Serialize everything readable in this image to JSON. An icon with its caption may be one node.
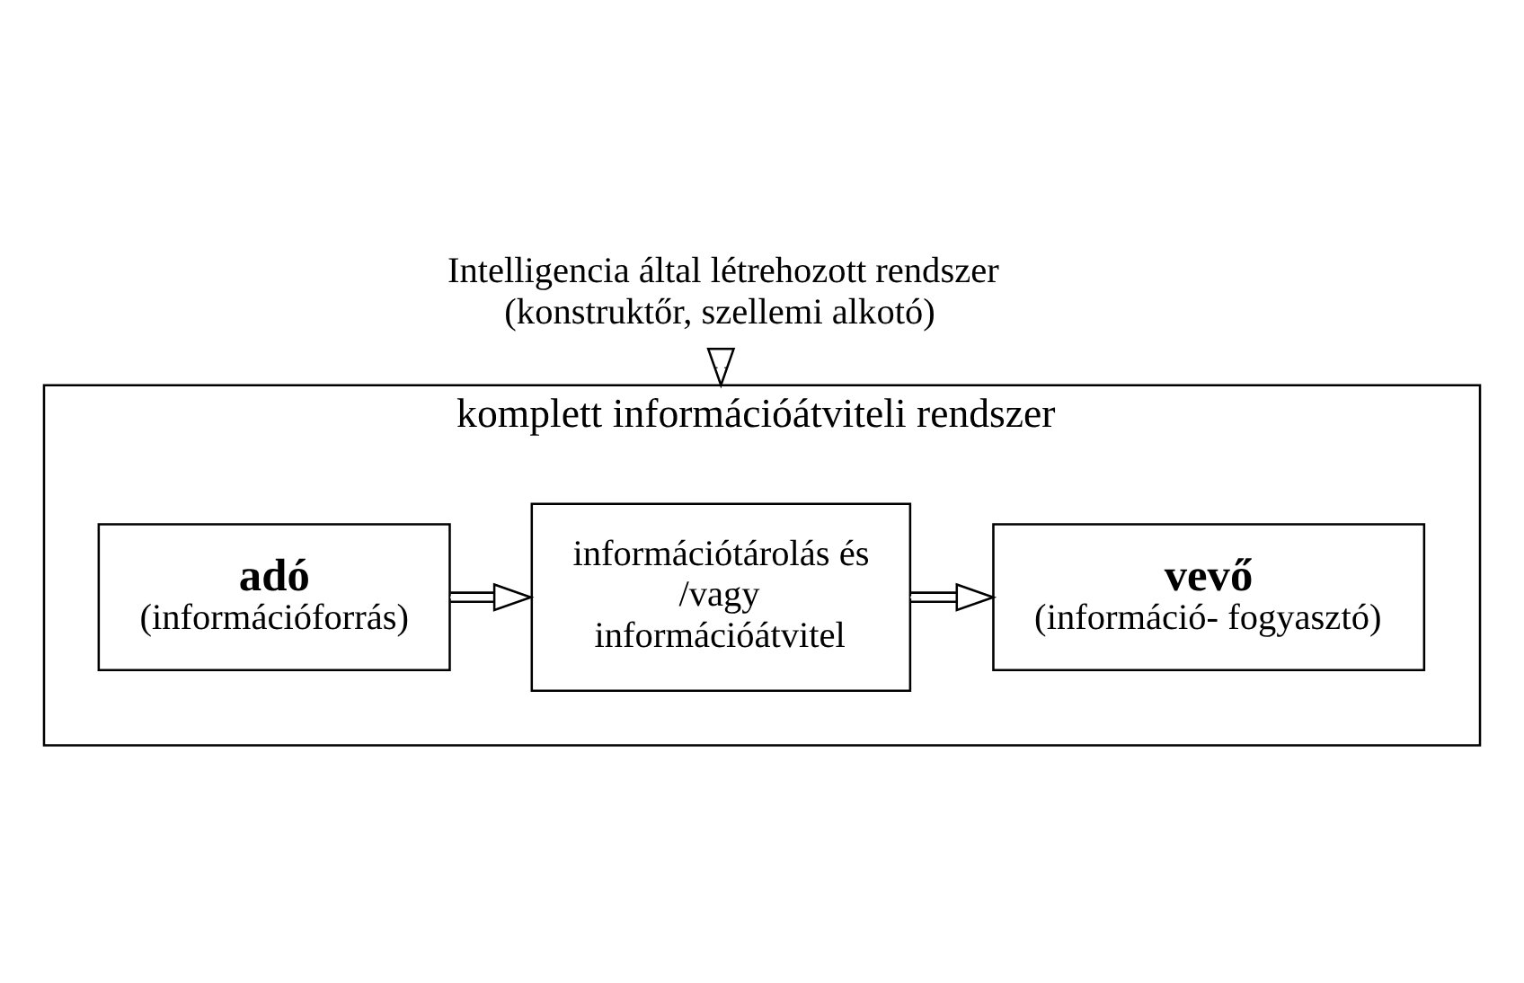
{
  "diagram": {
    "nodes": [
      {
        "text": [
          "Intelligencia által létrehozott rendszer",
          "(konstruktőr, szellemi alkotó)"
        ]
      },
      {
        "text": [
          "komplett információátviteli rendszer"
        ]
      },
      {
        "text": [
          "adó",
          "(információforrás)"
        ],
        "in": 1
      },
      {
        "text": [
          "információtárolás és /vagy információátvitel"
        ],
        "in": 1
      },
      {
        "text": [
          "vevő",
          "(információ- fogyasztó)"
        ],
        "in": 1
      }
    ],
    "edges": [
      {
        "from": 0,
        "to": 1,
        "arrow": "to"
      },
      {
        "from": 2,
        "to": 3,
        "arrow": "to"
      },
      {
        "from": 3,
        "to": 4,
        "arrow": "to"
      }
    ]
  }
}
